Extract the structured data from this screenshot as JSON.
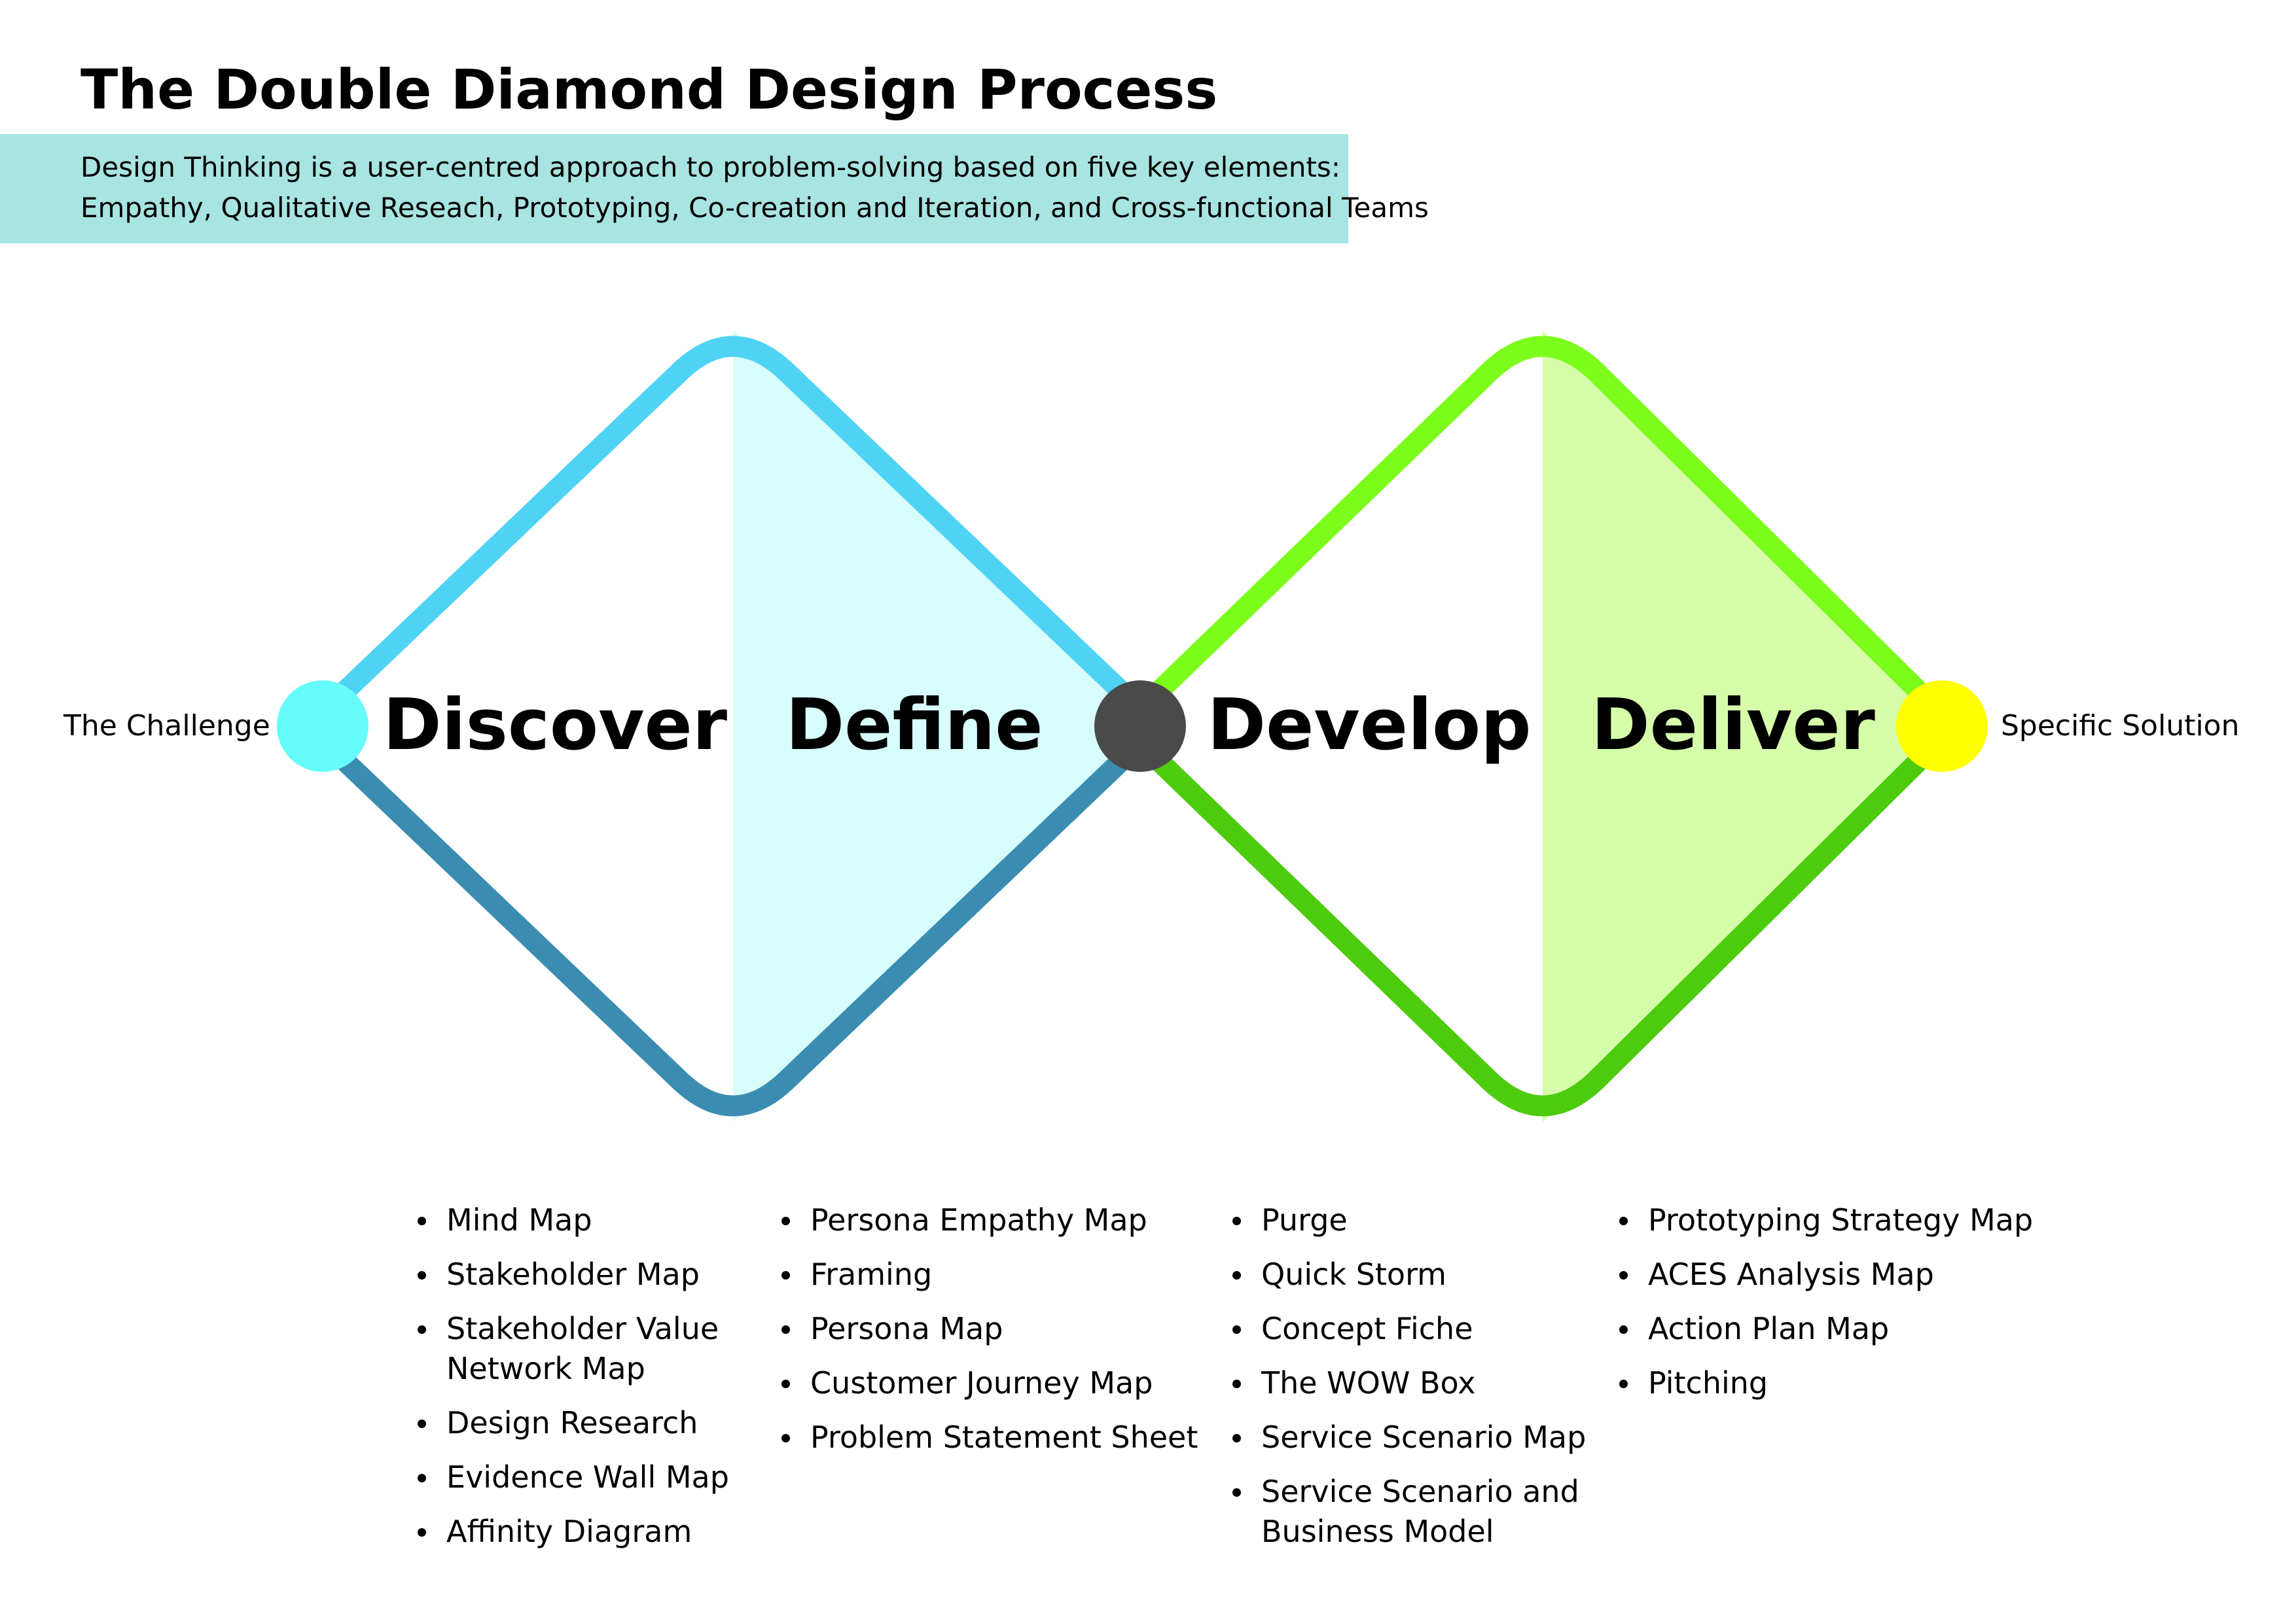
{
  "header": {
    "title": "The Double Diamond Design Process",
    "description_line1": "Design Thinking is a user-centred approach to problem-solving based on five key elements:",
    "description_line2": "Empathy, Qualitative Reseach, Prototyping, Co-creation and Iteration, and Cross-functional Teams"
  },
  "endpoints": {
    "start": "The Challenge",
    "end": "Specific Solution"
  },
  "phases": [
    "Discover",
    "Define",
    "Develop",
    "Deliver"
  ],
  "tools": {
    "discover": [
      "Mind Map",
      "Stakeholder Map",
      "Stakeholder Value\nNetwork Map",
      "Design Research",
      "Evidence Wall Map",
      "Affinity Diagram"
    ],
    "define": [
      "Persona Empathy Map",
      "Framing",
      "Persona Map",
      "Customer Journey Map",
      "Problem Statement Sheet"
    ],
    "develop": [
      "Purge",
      "Quick Storm",
      "Concept Fiche",
      "The WOW Box",
      "Service Scenario Map",
      "Service Scenario and\nBusiness Model"
    ],
    "deliver": [
      "Prototyping Strategy Map",
      "ACES Analysis Map",
      "Action Plan Map",
      "Pitching"
    ]
  },
  "colors": {
    "banner": "#a8e4e1",
    "diamond1_top": "#4fd3f5",
    "diamond1_bottom": "#3a8db0",
    "diamond1_fill": "#d8fdfd",
    "diamond2_top": "#7cfc1a",
    "diamond2_bottom": "#4ccc0c",
    "diamond2_fill": "#d6fdaa",
    "start_dot": "#66fcfc",
    "mid_dot": "#4a4a4a",
    "end_dot": "#ffff00"
  }
}
